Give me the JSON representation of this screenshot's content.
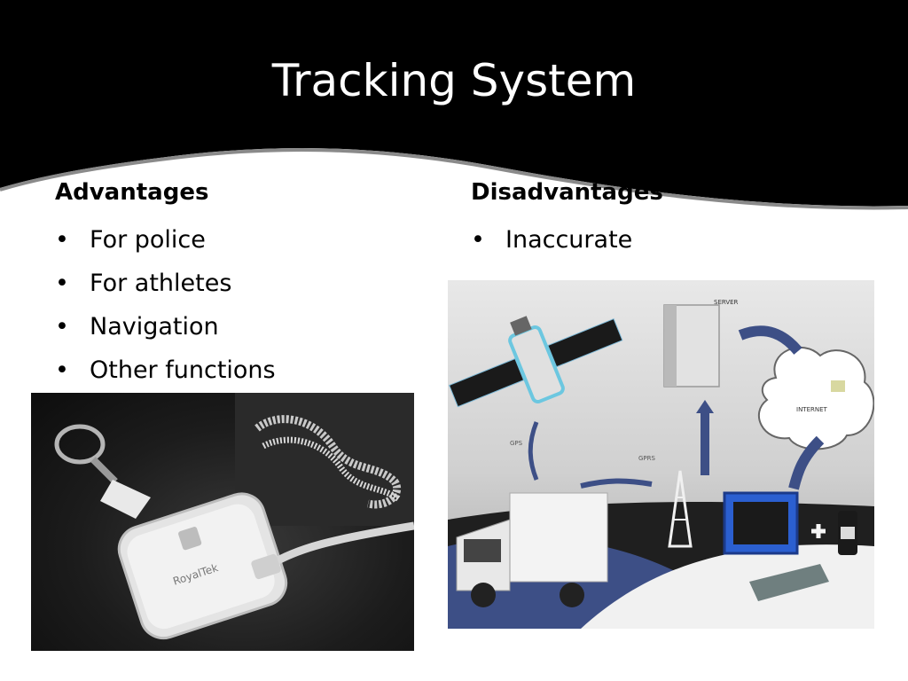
{
  "slide": {
    "title": "Tracking System"
  },
  "advantages": {
    "heading": "Advantages",
    "items": [
      "For police",
      "For athletes",
      "Navigation",
      "Other functions"
    ]
  },
  "disadvantages": {
    "heading": "Disadvantages",
    "items": [
      "Inaccurate"
    ]
  },
  "device_photo": {
    "brand_text": "RoyalTek"
  },
  "diagram": {
    "server_label": "SERVER",
    "internet_label": "INTERNET",
    "gps_label": "GPS",
    "gprs_label": "GPRS"
  },
  "colors": {
    "header": "#000000",
    "wave_outline": "#8a8a8a",
    "diagram_blue": "#3d4f86",
    "monitor_blue": "#2b5fd0"
  }
}
